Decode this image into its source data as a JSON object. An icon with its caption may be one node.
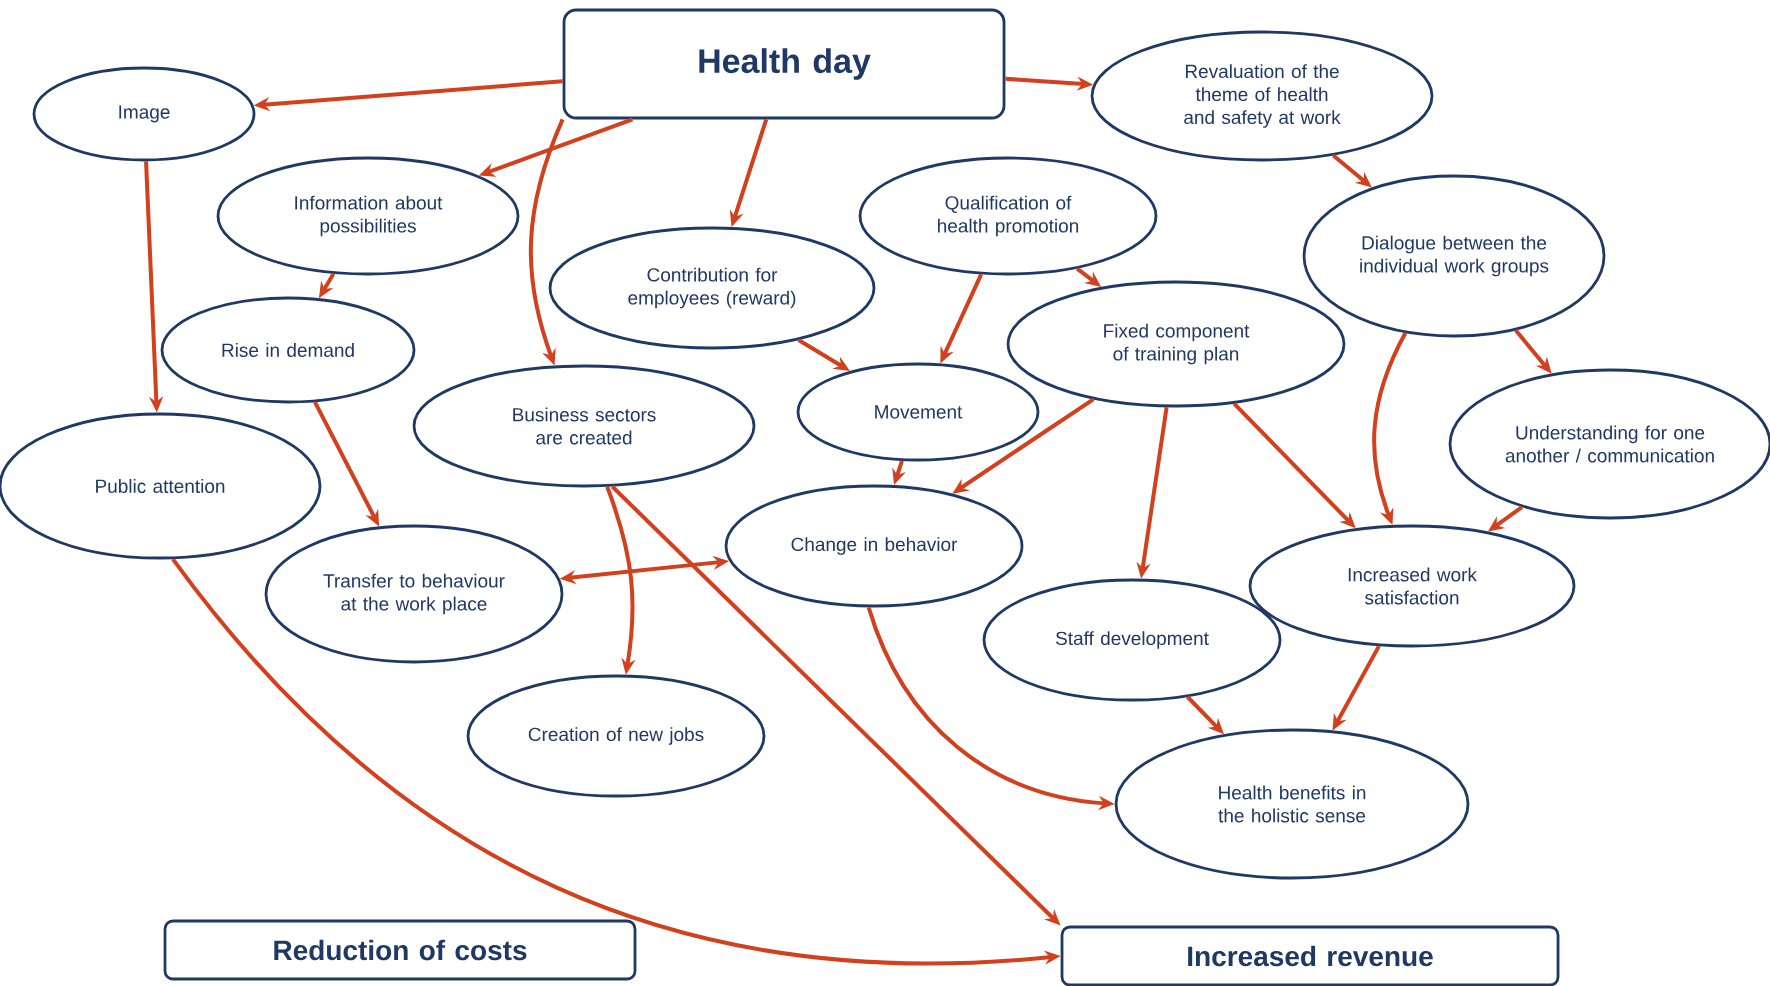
{
  "diagram": {
    "nodes": [
      {
        "text": [
          "Health day"
        ]
      },
      {
        "text": [
          "Image"
        ]
      },
      {
        "text": [
          "Revaluation of the theme of health and safety at work"
        ]
      },
      {
        "text": [
          "Information about possibilities"
        ]
      },
      {
        "text": [
          "Qualification of health promotion"
        ]
      },
      {
        "text": [
          "Contribution for employees (reward)"
        ]
      },
      {
        "text": [
          "Dialogue between the individual work groups"
        ]
      },
      {
        "text": [
          "Rise in demand"
        ]
      },
      {
        "text": [
          "Fixed component of training plan"
        ]
      },
      {
        "text": [
          "Business sectors are created"
        ]
      },
      {
        "text": [
          "Movement"
        ]
      },
      {
        "text": [
          "Understanding for one another / communication"
        ]
      },
      {
        "text": [
          "Public attention"
        ]
      },
      {
        "text": [
          "Change in behavior"
        ]
      },
      {
        "text": [
          "Transfer to behaviour at the work place"
        ]
      },
      {
        "text": [
          "Increased work satisfaction"
        ]
      },
      {
        "text": [
          "Staff development"
        ]
      },
      {
        "text": [
          "Creation of new jobs"
        ]
      },
      {
        "text": [
          "Health benefits in the holistic sense"
        ]
      },
      {
        "text": [
          "Reduction of costs"
        ]
      },
      {
        "text": [
          "Increased revenue"
        ]
      }
    ],
    "edges": [
      {
        "from": 0,
        "to": 1,
        "arrow": "to"
      },
      {
        "from": 0,
        "to": 3,
        "arrow": "to"
      },
      {
        "from": 0,
        "to": 9,
        "arrow": "to"
      },
      {
        "from": 0,
        "to": 5,
        "arrow": "to"
      },
      {
        "from": 0,
        "to": 2,
        "arrow": "to"
      },
      {
        "from": 1,
        "to": 12,
        "arrow": "to"
      },
      {
        "from": 3,
        "to": 7,
        "arrow": "to"
      },
      {
        "from": 7,
        "to": 14,
        "arrow": "to"
      },
      {
        "from": 2,
        "to": 6,
        "arrow": "to"
      },
      {
        "from": 6,
        "to": 11,
        "arrow": "to"
      },
      {
        "from": 6,
        "to": 15,
        "arrow": "to"
      },
      {
        "from": 11,
        "to": 15,
        "arrow": "to"
      },
      {
        "from": 4,
        "to": 10,
        "arrow": "to"
      },
      {
        "from": 4,
        "to": 8,
        "arrow": "to"
      },
      {
        "from": 5,
        "to": 10,
        "arrow": "to"
      },
      {
        "from": 10,
        "to": 13,
        "arrow": "to"
      },
      {
        "from": 8,
        "to": 13,
        "arrow": "to"
      },
      {
        "from": 8,
        "to": 16,
        "arrow": "to"
      },
      {
        "from": 8,
        "to": 15,
        "arrow": "to"
      },
      {
        "from": 9,
        "to": 17,
        "arrow": "to"
      },
      {
        "from": 9,
        "to": 20,
        "arrow": "to"
      },
      {
        "from": 13,
        "to": 14,
        "arrow": "both"
      },
      {
        "from": 13,
        "to": 18,
        "arrow": "to"
      },
      {
        "from": 16,
        "to": 18,
        "arrow": "to"
      },
      {
        "from": 15,
        "to": 18,
        "arrow": "to"
      },
      {
        "from": 12,
        "to": 20,
        "arrow": "to"
      }
    ]
  }
}
